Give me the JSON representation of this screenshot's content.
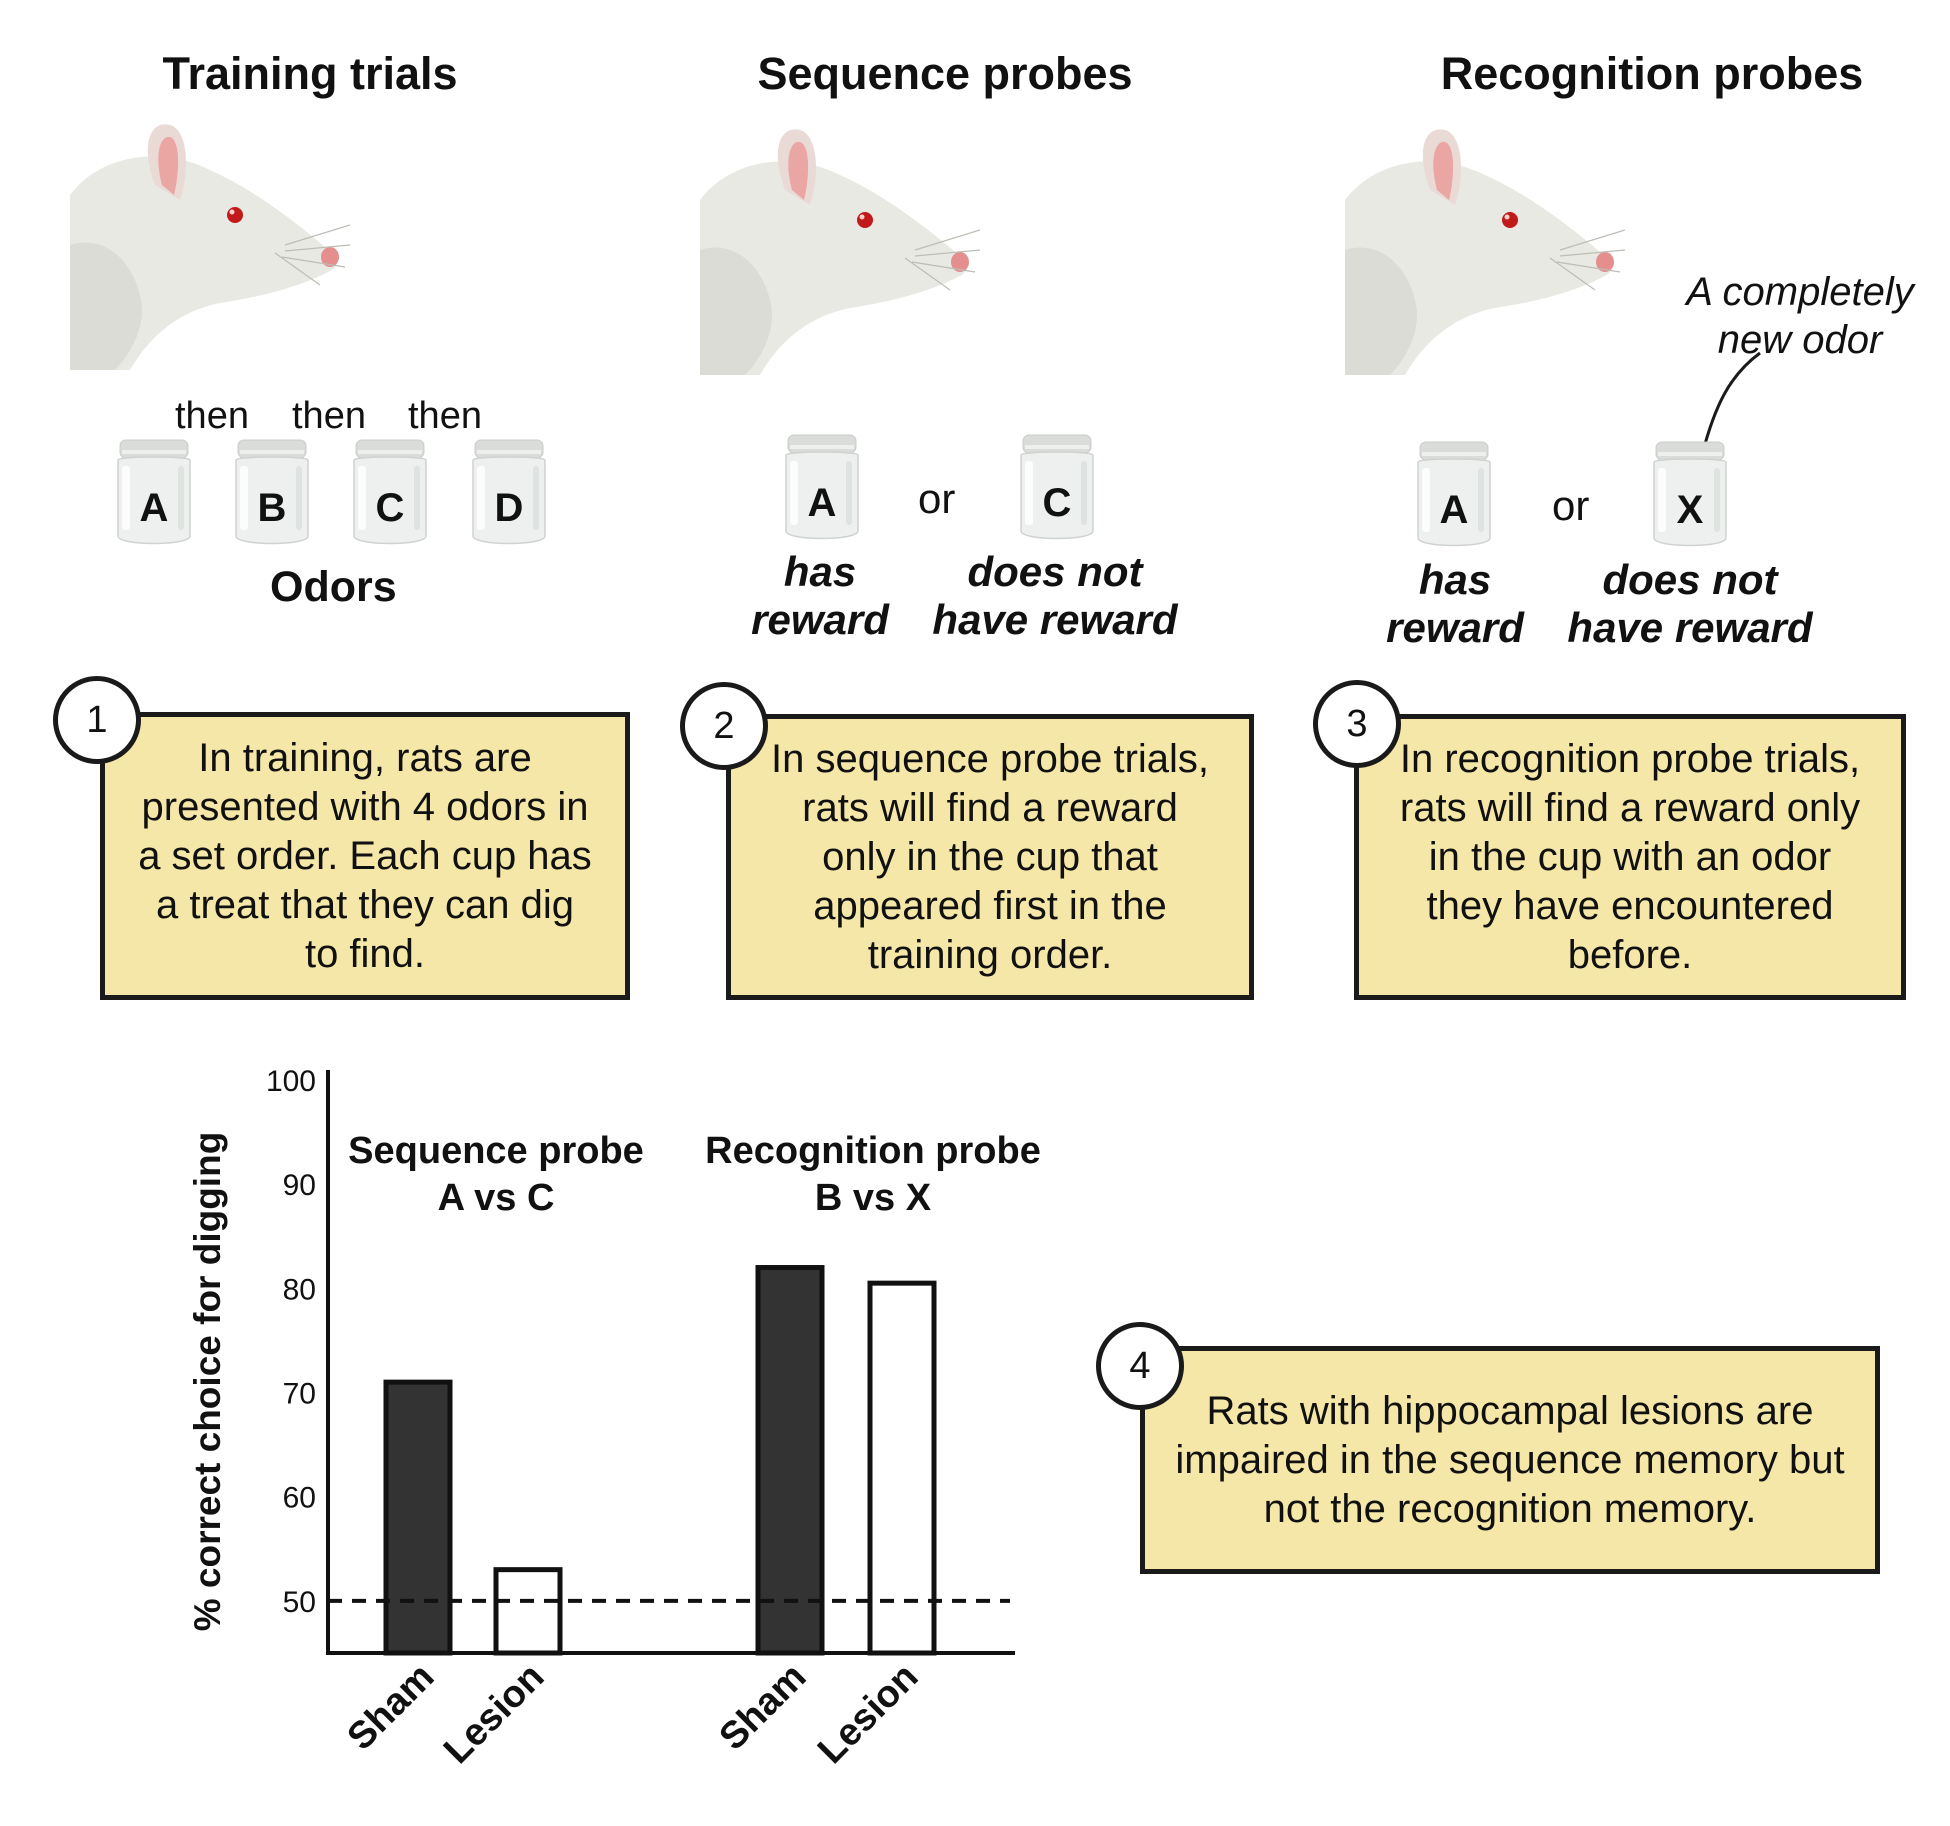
{
  "panels": [
    {
      "title": "Training trials",
      "number": "1",
      "text": "In training, rats are presented with 4 odors in a set order. Each cup has a treat that they can dig to find."
    },
    {
      "title": "Sequence probes",
      "number": "2",
      "text": "In sequence probe trials, rats will find a reward only in the cup that appeared first in the training order."
    },
    {
      "title": "Recognition probes",
      "number": "3",
      "text": "In recognition probe trials, rats will find a reward only in the cup with an odor they have encountered before."
    }
  ],
  "training": {
    "cups": [
      "A",
      "B",
      "C",
      "D"
    ],
    "connectors": [
      "then",
      "then",
      "then"
    ],
    "label": "Odors"
  },
  "sequence": {
    "cups": [
      "A",
      "C"
    ],
    "or": "or",
    "reward_yes": "has reward",
    "reward_no": "does not have reward"
  },
  "recognition": {
    "cups": [
      "A",
      "X"
    ],
    "or": "or",
    "reward_yes": "has reward",
    "reward_no": "does not have reward",
    "note": "A completely new odor"
  },
  "conclusion": {
    "number": "4",
    "text": "Rats with hippocampal lesions are impaired in the sequence memory but not the recognition memory."
  },
  "colors": {
    "box_fill": "#f4e7a8",
    "sham": "#333333",
    "lesion": "#ffffff"
  },
  "chart_data": {
    "type": "bar",
    "ylabel": "% correct choice for digging",
    "ylim": [
      45,
      100
    ],
    "yticks": [
      50,
      60,
      70,
      80,
      90,
      100
    ],
    "chance_line": 50,
    "groups": [
      {
        "title_line1": "Sequence probe",
        "title_line2": "A vs C",
        "bars": [
          {
            "label": "Sham",
            "value": 71,
            "color": "#333333"
          },
          {
            "label": "Lesion",
            "value": 53,
            "color": "#ffffff"
          }
        ]
      },
      {
        "title_line1": "Recognition probe",
        "title_line2": "B vs X",
        "bars": [
          {
            "label": "Sham",
            "value": 82,
            "color": "#333333"
          },
          {
            "label": "Lesion",
            "value": 80.5,
            "color": "#ffffff"
          }
        ]
      }
    ]
  }
}
